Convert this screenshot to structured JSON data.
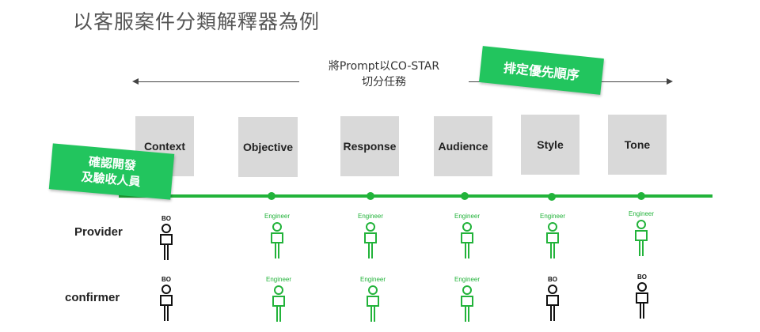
{
  "title": "以客服案件分類解釋器為例",
  "center_label": {
    "line1": "將Prompt以CO-STAR",
    "line2": "切分任務"
  },
  "steps": [
    "Context",
    "Objective",
    "Response",
    "Audience",
    "Style",
    "Tone"
  ],
  "stickers": {
    "priority": "排定優先順序",
    "confirm_line1": "確認開發",
    "confirm_line2": "及驗收人員"
  },
  "rows": {
    "provider": "Provider",
    "confirmer": "confirmer"
  },
  "provider_roles": [
    "BO",
    "Engineer",
    "Engineer",
    "Engineer",
    "Engineer",
    "Engineer"
  ],
  "confirmer_roles": [
    "BO",
    "Engineer",
    "Engineer",
    "Engineer",
    "BO",
    "BO"
  ],
  "colors": {
    "accent": "#22b33a",
    "sticker": "#22c55e",
    "box": "#d9d9d9",
    "bo": "#111111"
  }
}
